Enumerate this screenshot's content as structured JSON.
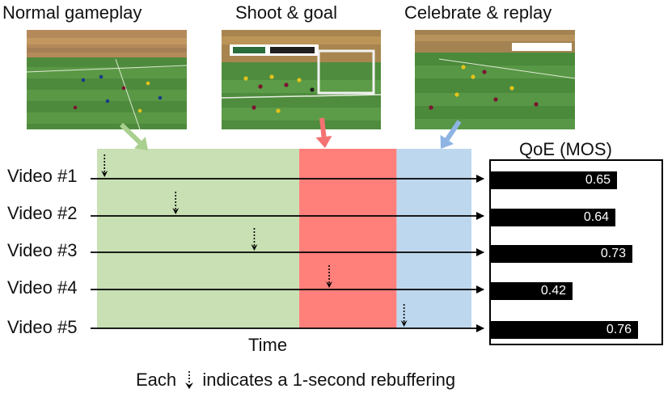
{
  "phases": [
    {
      "title": "Normal gameplay",
      "color": "#c8e0b4",
      "arrow_color": "#a9d08e",
      "thumb": "pitch-wide"
    },
    {
      "title": "Shoot & goal",
      "color": "#ff7f7b",
      "arrow_color": "#f47272",
      "thumb": "goal-mouth"
    },
    {
      "title": "Celebrate & replay",
      "color": "#bdd7ee",
      "arrow_color": "#8db4e2",
      "thumb": "celebration"
    }
  ],
  "videos": [
    {
      "label": "Video #1",
      "qoe": 0.65,
      "rebuffer_time": 0.02
    },
    {
      "label": "Video #2",
      "qoe": 0.64,
      "rebuffer_time": 0.21
    },
    {
      "label": "Video #3",
      "qoe": 0.73,
      "rebuffer_time": 0.42
    },
    {
      "label": "Video #4",
      "qoe": 0.42,
      "rebuffer_time": 0.62
    },
    {
      "label": "Video #5",
      "qoe": 0.76,
      "rebuffer_time": 0.82
    }
  ],
  "phase_bounds": [
    0,
    0.54,
    0.8,
    1.0
  ],
  "qoe_title": "QoE (MOS)",
  "time_label": "Time",
  "caption": {
    "before": "Each",
    "after": "indicates a 1-second rebuffering"
  }
}
